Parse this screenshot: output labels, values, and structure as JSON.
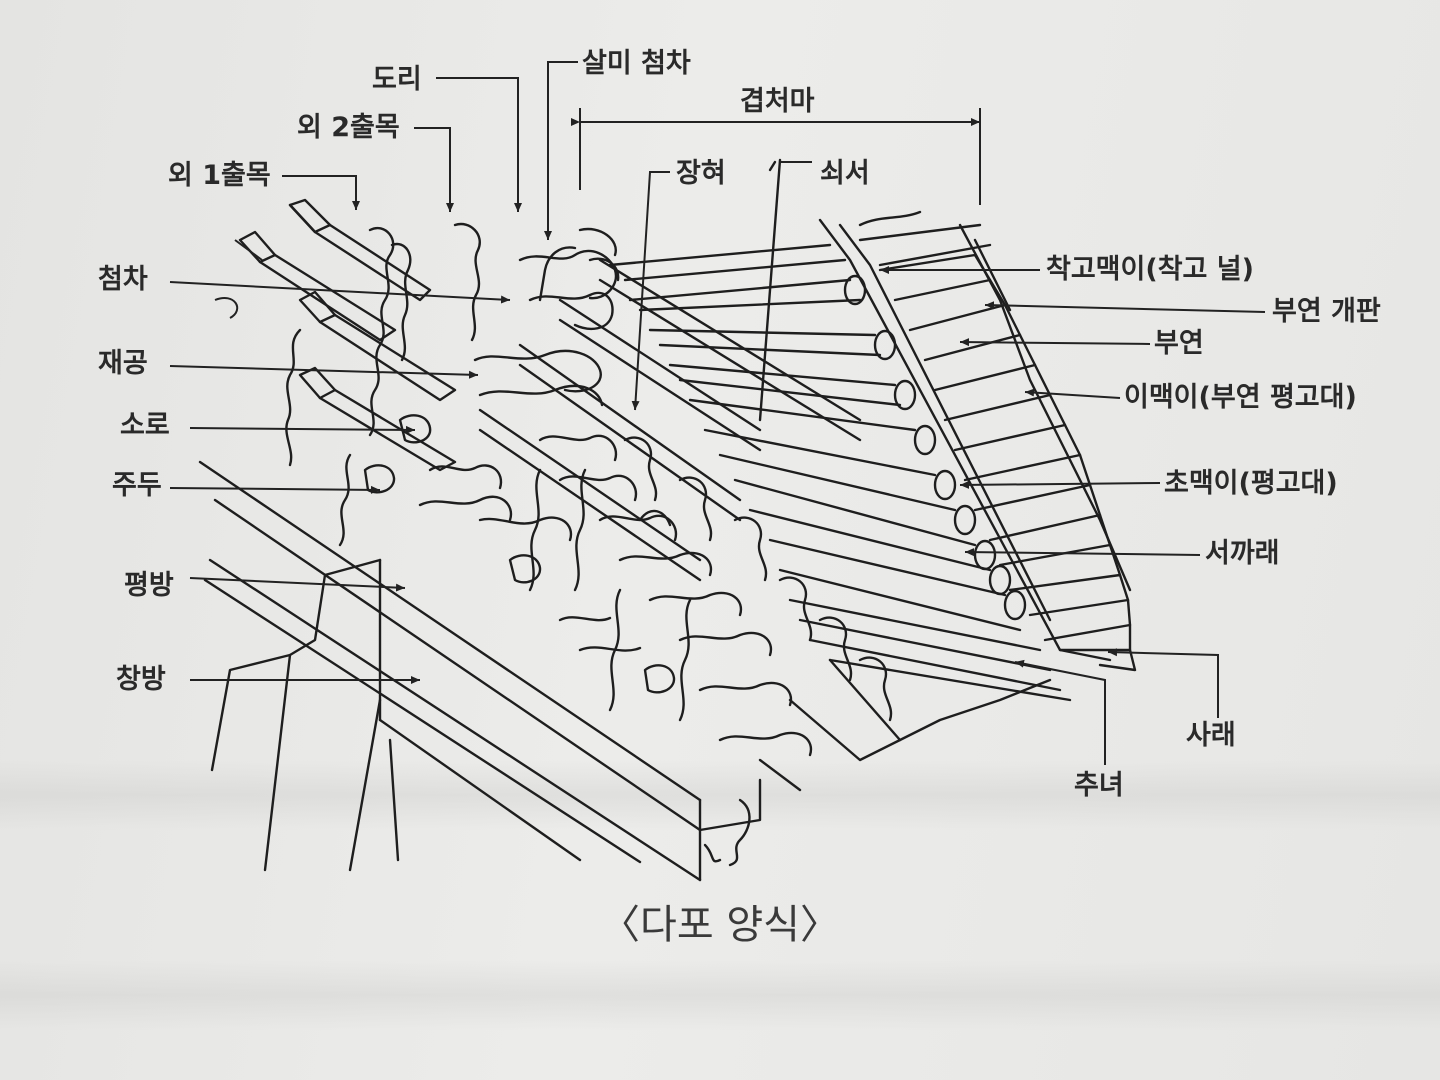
{
  "labels": {
    "dori": "도리",
    "salmi_cheomcha": "살미 첨차",
    "gyeopcheoma": "겹처마",
    "oe_2chulmok": "외 2출목",
    "oe_1chulmok": "외 1출목",
    "janghyeo": "장혀",
    "soeseo": "쇠서",
    "cheomcha": "첨차",
    "jaegong": "재공",
    "soro": "소로",
    "judu": "주두",
    "pyeongbang": "평방",
    "changbang": "창방",
    "chakgo": "착고맥이(착고 널)",
    "buyeon_gaepan": "부연 개판",
    "buyeon": "부연",
    "imaegi": "이맥이(부연 평고대)",
    "chomaegi": "초맥이(평고대)",
    "seokkarae": "서까래",
    "sarae": "사래",
    "chunyeo": "추녀"
  },
  "caption": "〈다포 양식〉"
}
